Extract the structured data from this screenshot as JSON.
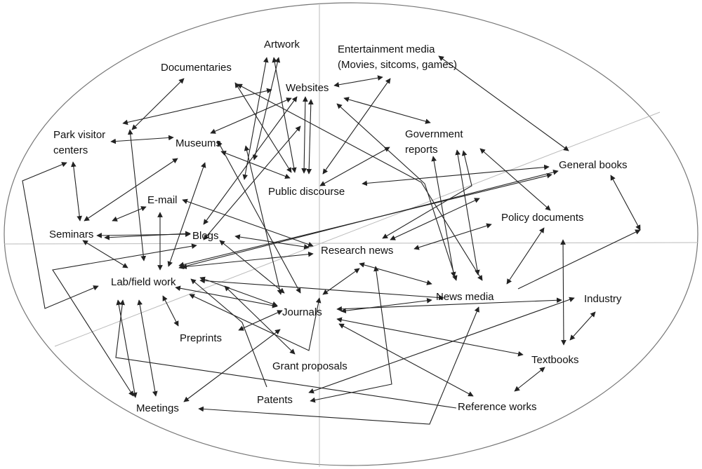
{
  "colors": {
    "line": "#222222",
    "frame": "#777777",
    "divider": "#bbbbbb",
    "text": "#111111"
  },
  "nodes": [
    {
      "id": "artwork",
      "lines": [
        "Artwork"
      ]
    },
    {
      "id": "entertainment-media",
      "lines": [
        "Entertainment media",
        "(Movies, sitcoms, games)"
      ]
    },
    {
      "id": "documentaries",
      "lines": [
        "Documentaries"
      ]
    },
    {
      "id": "websites",
      "lines": [
        "Websites"
      ]
    },
    {
      "id": "park-visitor-centers",
      "lines": [
        "Park visitor",
        "centers"
      ]
    },
    {
      "id": "museums",
      "lines": [
        "Museums"
      ]
    },
    {
      "id": "government-reports",
      "lines": [
        "Government",
        "reports"
      ]
    },
    {
      "id": "general-books",
      "lines": [
        "General books"
      ]
    },
    {
      "id": "public-discourse",
      "lines": [
        "Public discourse"
      ]
    },
    {
      "id": "e-mail",
      "lines": [
        "E-mail"
      ]
    },
    {
      "id": "policy-documents",
      "lines": [
        "Policy documents"
      ]
    },
    {
      "id": "seminars",
      "lines": [
        "Seminars"
      ]
    },
    {
      "id": "blogs",
      "lines": [
        "Blogs"
      ]
    },
    {
      "id": "research-news",
      "lines": [
        "Research news"
      ]
    },
    {
      "id": "lab-field-work",
      "lines": [
        "Lab/field  work"
      ]
    },
    {
      "id": "news-media",
      "lines": [
        "News media"
      ]
    },
    {
      "id": "industry",
      "lines": [
        "Industry"
      ]
    },
    {
      "id": "journals",
      "lines": [
        "Journals"
      ]
    },
    {
      "id": "preprints",
      "lines": [
        "Preprints"
      ]
    },
    {
      "id": "grant-proposals",
      "lines": [
        "Grant proposals"
      ]
    },
    {
      "id": "textbooks",
      "lines": [
        "Textbooks"
      ]
    },
    {
      "id": "patents",
      "lines": [
        "Patents"
      ]
    },
    {
      "id": "reference-works",
      "lines": [
        "Reference works"
      ]
    },
    {
      "id": "meetings",
      "lines": [
        "Meetings"
      ]
    }
  ]
}
